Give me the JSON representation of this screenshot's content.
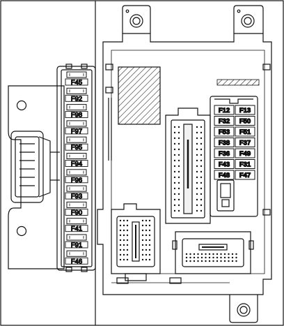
{
  "colors": {
    "line": "#111111",
    "paper": "#ffffff",
    "fill_light": "#f2f2f2"
  },
  "left_fuse_column": [
    {
      "id": "F45",
      "label": "F45"
    },
    {
      "id": "F92",
      "label": "F92"
    },
    {
      "id": "F98",
      "label": "F98"
    },
    {
      "id": "F97",
      "label": "F97"
    },
    {
      "id": "F95",
      "label": "F95"
    },
    {
      "id": "F94",
      "label": "F94"
    },
    {
      "id": "F96",
      "label": "F96"
    },
    {
      "id": "F93",
      "label": "F93"
    },
    {
      "id": "F90",
      "label": "F90"
    },
    {
      "id": "F41",
      "label": "F41"
    },
    {
      "id": "F91",
      "label": "F91"
    },
    {
      "id": "F46",
      "label": "F46"
    }
  ],
  "right_fuse_grid": [
    [
      "F12",
      "F13"
    ],
    [
      "F32",
      "F50"
    ],
    [
      "F53",
      "F51"
    ],
    [
      "F38",
      "F37"
    ],
    [
      "F36",
      "F49"
    ],
    [
      "F43",
      "F31"
    ],
    [
      "F48",
      "F47"
    ]
  ]
}
